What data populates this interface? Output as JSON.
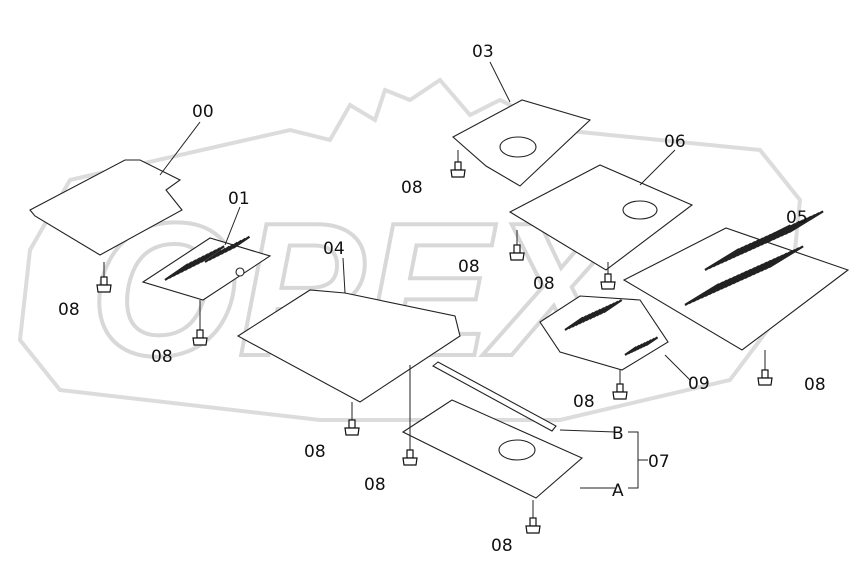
{
  "diagram": {
    "watermark": "OPEX",
    "parts": {
      "p00": "00",
      "p01": "01",
      "p03": "03",
      "p04": "04",
      "p05": "05",
      "p06": "06",
      "p07": "07",
      "p08": "08",
      "p09": "09",
      "a": "A",
      "b": "B"
    }
  }
}
